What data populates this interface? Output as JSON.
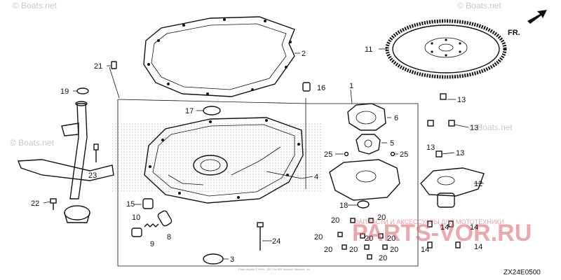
{
  "direction_marker": "FR.",
  "drawing_code": "ZX24E0500",
  "watermark": "© Boats.net",
  "brand_watermark": "PARTS-VOR.RU",
  "brand_subtitle": "ЗАПЧАСТИ И АКСЕССУАРЫ ДЛЯ МОТОТЕХНИКИ",
  "copyright_line": "Page display © 2004 - 2017 by ARI Network Services, Inc.",
  "callouts": [
    "1",
    "2",
    "3",
    "4",
    "5",
    "6",
    "8",
    "9",
    "10",
    "11",
    "12",
    "13",
    "14",
    "15",
    "16",
    "17",
    "18",
    "19",
    "20",
    "21",
    "22",
    "23",
    "24",
    "25"
  ],
  "colors": {
    "line": "#111111",
    "brand": "#e05d6a",
    "watermark": "#c8c8c8"
  }
}
